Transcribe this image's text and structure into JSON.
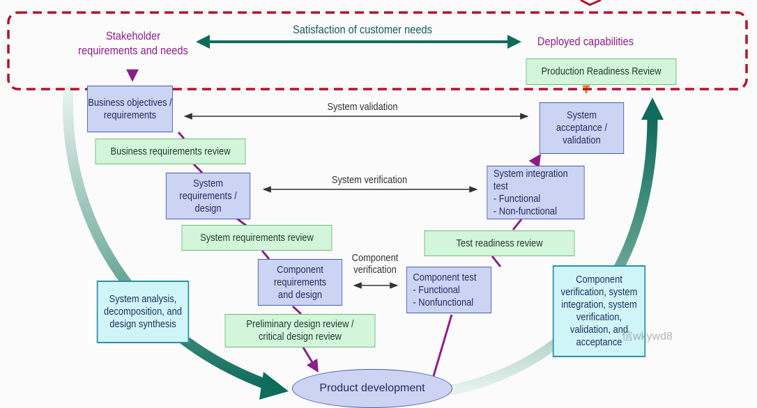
{
  "top_band": {
    "stakeholder": "Stakeholder\nrequirements and needs",
    "satisfaction": "Satisfaction of customer needs",
    "deployed": "Deployed capabilities",
    "production_review": "Production Readiness Review"
  },
  "left_side": {
    "business_objectives": "Business objectives /\nrequirements",
    "business_review": "Business requirements review",
    "system_requirements": "System\nrequirements /\ndesign",
    "system_review": "System requirements review",
    "component_requirements": "Component\nrequirements\nand design",
    "preliminary_review": "Preliminary design review /\ncritical design review",
    "analysis": "System analysis,\ndecomposition, and\ndesign synthesis"
  },
  "right_side": {
    "acceptance": "System\nacceptance /\nvalidation",
    "integration_test": "System integration test\n- Functional\n- Non-functional",
    "test_readiness": "Test readiness review",
    "component_test": "Component test\n- Functional\n- Nonfunctional",
    "verification_summary": "Component\nverification, system\nintegration, system\nverification,\nvalidation, and\nacceptance"
  },
  "middle": {
    "system_validation": "System validation",
    "system_verification": "System verification",
    "component_verification": "Component\nverification",
    "product_development": "Product development"
  },
  "watermark": "信wkywd8",
  "colors": {
    "highlight_border": "#b3132b",
    "v_line": "#8a1f86",
    "teal_arrow": "#0f6b5b"
  }
}
